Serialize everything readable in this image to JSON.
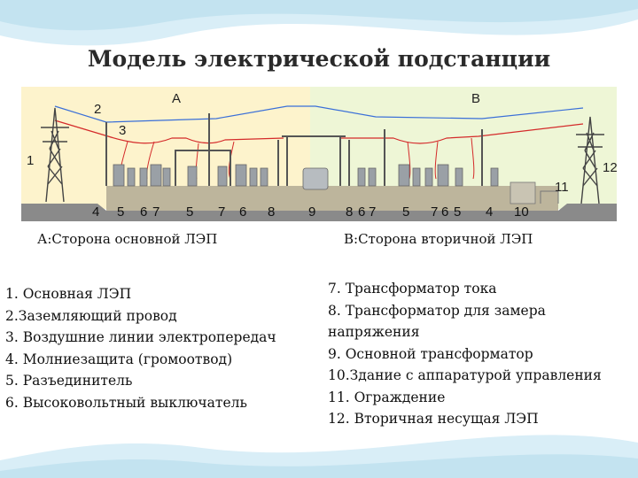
{
  "title": "Модель электрической подстанции",
  "diagram": {
    "zones": [
      {
        "label": "A",
        "color": "#fdf3cc"
      },
      {
        "label": "B",
        "color": "#eef6d6"
      }
    ],
    "callouts_top": [
      "2",
      "3"
    ],
    "callouts_side": [
      "1",
      "11",
      "12"
    ],
    "callouts_bottom": [
      "4",
      "5",
      "6",
      "7",
      "5",
      "7",
      "6",
      "8",
      "9",
      "8",
      "6",
      "7",
      "5",
      "7",
      "6",
      "5",
      "4",
      "10"
    ]
  },
  "side_a_label": "А:Сторона основной ЛЭП",
  "side_b_label": "В:Сторона вторичной ЛЭП",
  "legend_left": [
    "1. Основная ЛЭП",
    "2.Заземляющий провод",
    "3. Воздушние линии электропередач",
    "4. Молниезащита (громоотвод)",
    "5. Разъединитель",
    "6. Высоковольтный выключатель"
  ],
  "legend_right": [
    "7. Трансформатор тока",
    "8. Трансформатор для замера напряжения",
    "9. Основной трансформатор",
    "10.Здание с аппаратурой управления",
    "11. Ограждение",
    "12. Вторичная несущая ЛЭП"
  ],
  "colors": {
    "wire_ground": "#3a6fd8",
    "wire_power": "#d42a2a",
    "steel": "#444444",
    "ground": "#8a8a8a",
    "wave": "#cfe9f3"
  }
}
